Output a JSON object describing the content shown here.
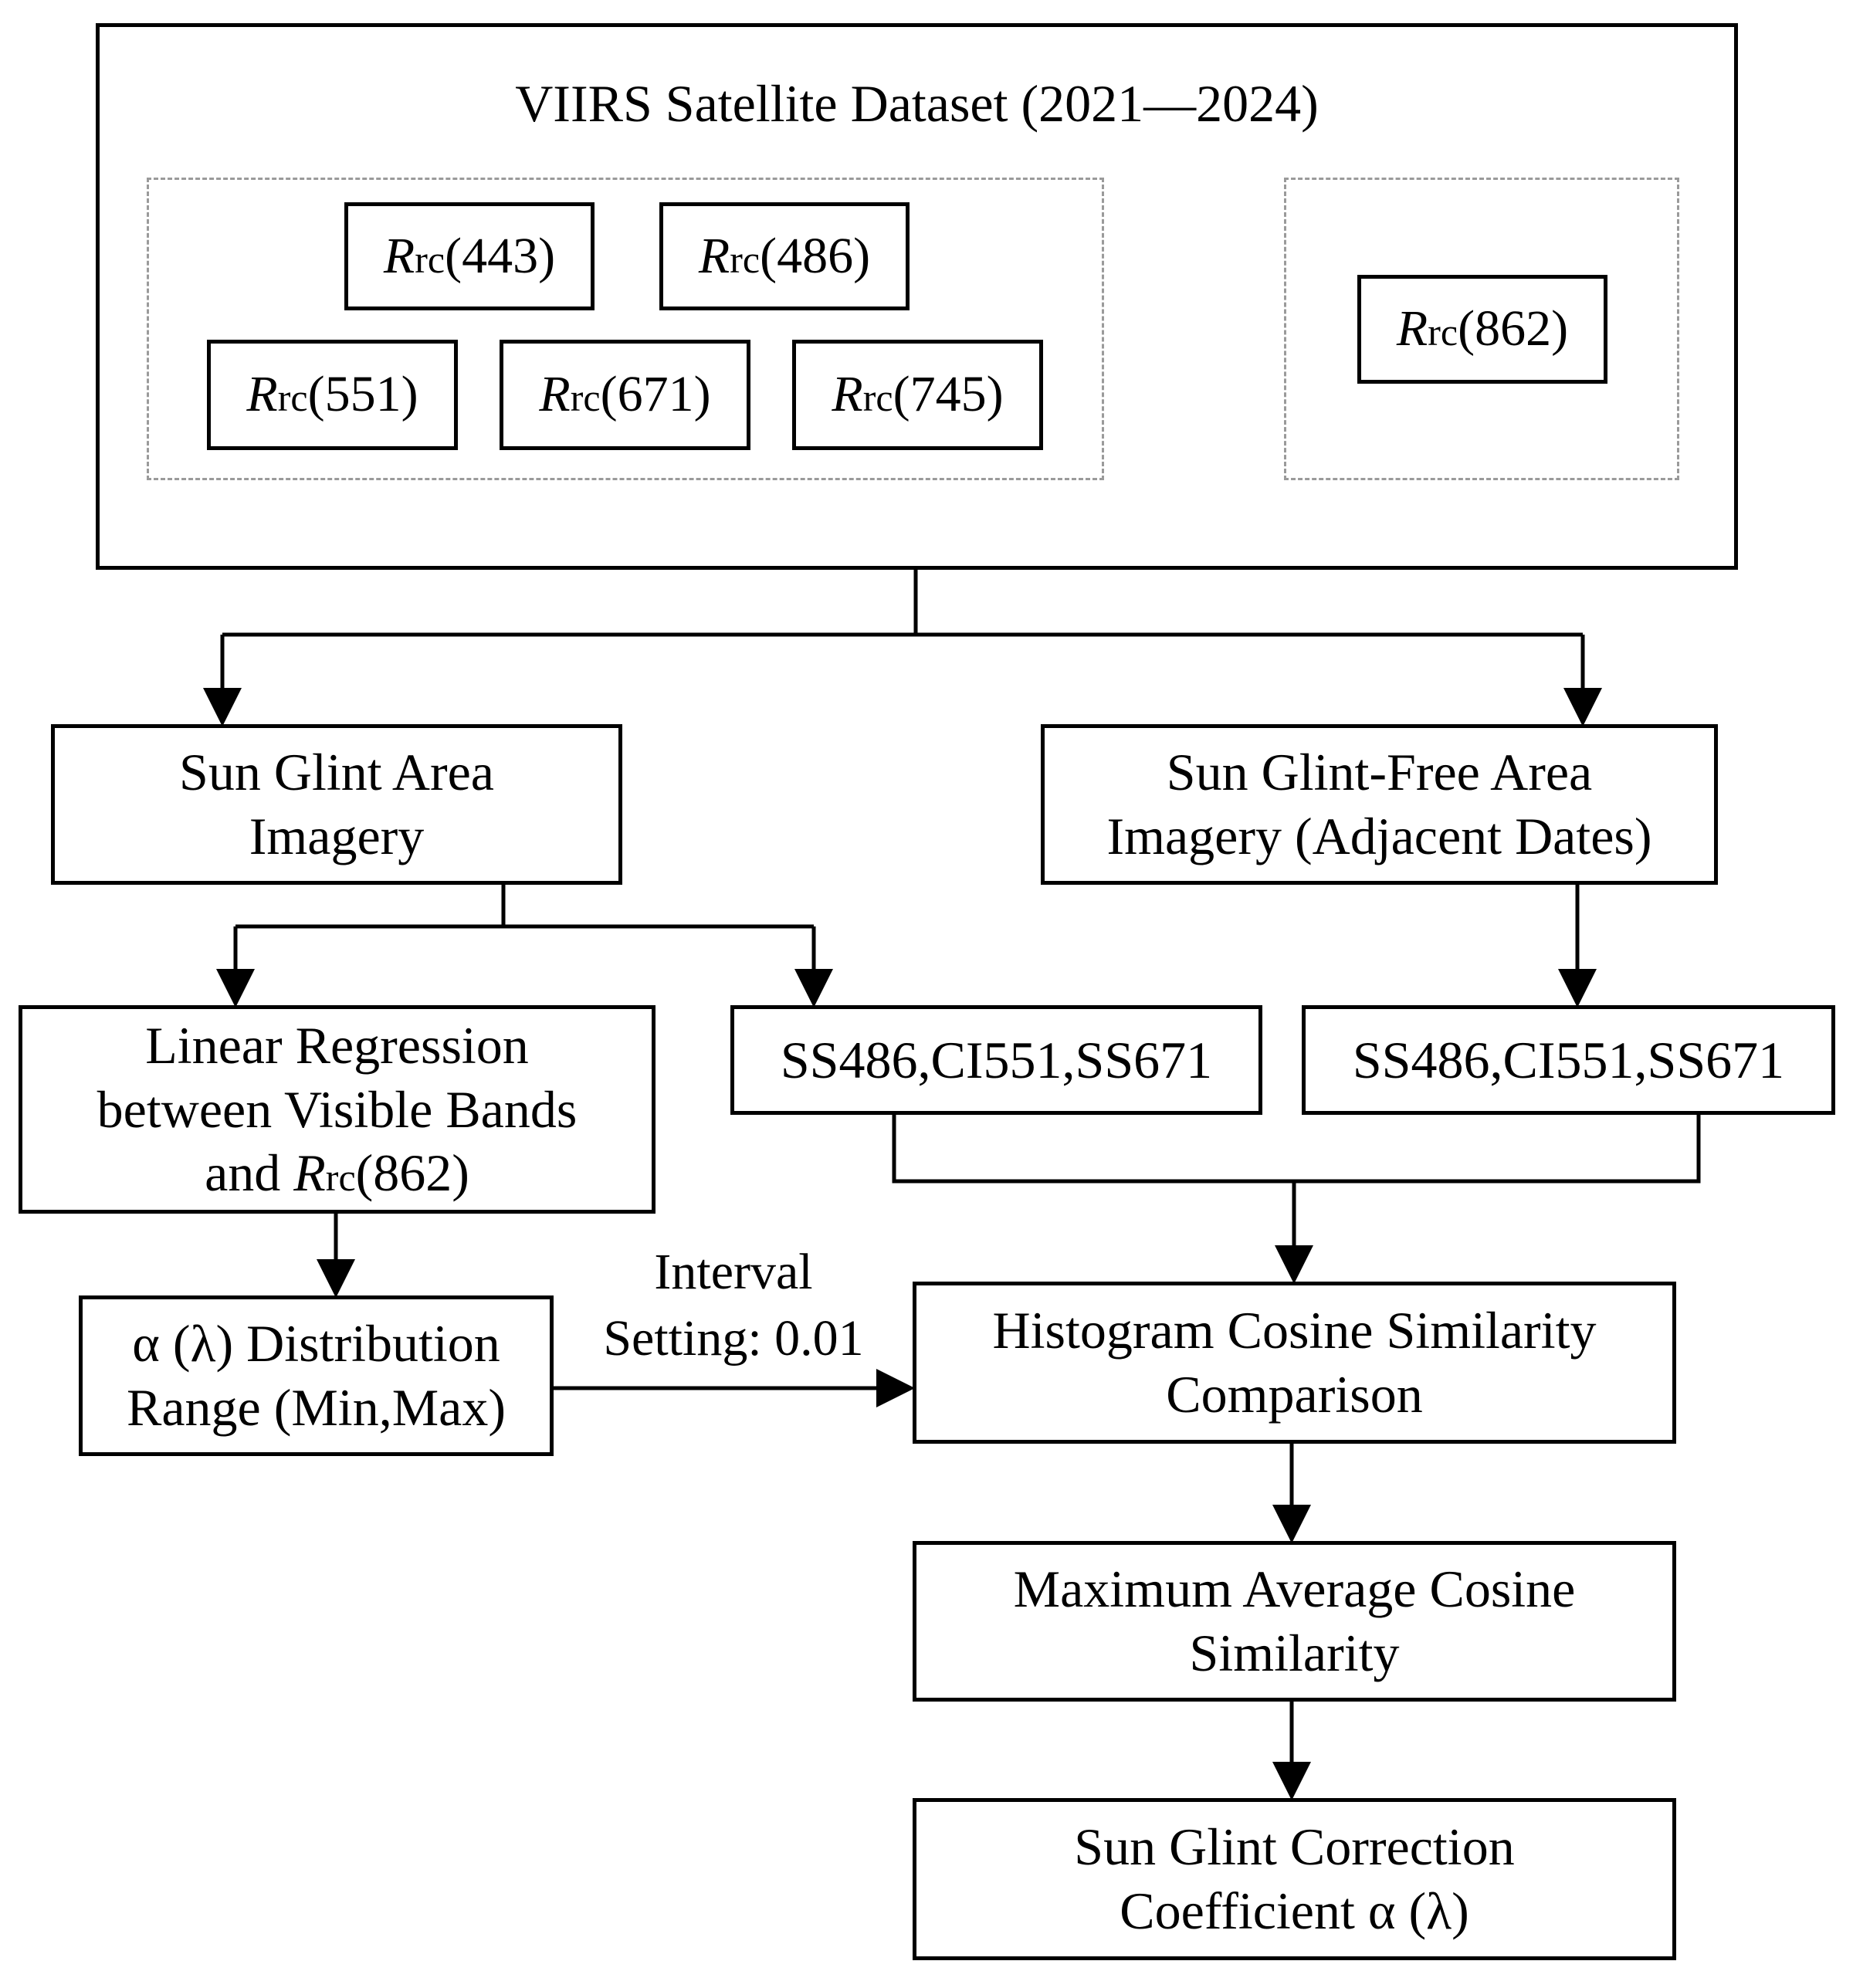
{
  "dataset": {
    "title": "VIIRS Satellite Dataset (2021—2024)",
    "bands_visible": [
      {
        "label": "R",
        "sub": "rc",
        "wl": "(443)"
      },
      {
        "label": "R",
        "sub": "rc",
        "wl": "(486)"
      },
      {
        "label": "R",
        "sub": "rc",
        "wl": "(551)"
      },
      {
        "label": "R",
        "sub": "rc",
        "wl": "(671)"
      },
      {
        "label": "R",
        "sub": "rc",
        "wl": "(745)"
      }
    ],
    "band_nir": {
      "label": "R",
      "sub": "rc",
      "wl": "(862)"
    }
  },
  "sun_glint_area": {
    "line1": "Sun Glint Area",
    "line2": "Imagery"
  },
  "glint_free_area": {
    "line1": "Sun Glint-Free Area",
    "line2": "Imagery (Adjacent Dates)"
  },
  "linear_regression": {
    "line1": "Linear Regression",
    "line2": "between Visible Bands",
    "line3_prefix": "and ",
    "line3_R": "R",
    "line3_sub": "rc",
    "line3_wl": "(862)"
  },
  "indices_glint": "SS486,CI551,SS671",
  "indices_free": "SS486,CI551,SS671",
  "alpha_range": {
    "line1": "α (λ) Distribution",
    "line2": "Range (Min,Max)"
  },
  "interval": {
    "line1": "Interval",
    "line2": "Setting: 0.01"
  },
  "histogram": {
    "line1": "Histogram Cosine Similarity",
    "line2": "Comparison"
  },
  "max_avg": {
    "line1": "Maximum Average Cosine",
    "line2": "Similarity"
  },
  "correction": {
    "line1": "Sun Glint Correction",
    "line2": "Coefficient α (λ)"
  }
}
